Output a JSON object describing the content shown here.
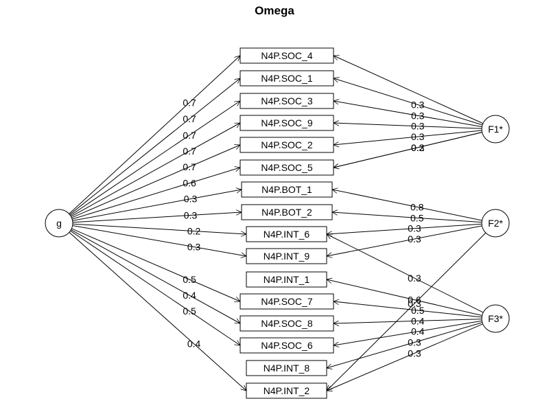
{
  "title": "Omega",
  "factors": [
    "g",
    "F1*",
    "F2*",
    "F3*"
  ],
  "indicators": [
    "N4P.SOC_4",
    "N4P.SOC_1",
    "N4P.SOC_3",
    "N4P.SOC_9",
    "N4P.SOC_2",
    "N4P.SOC_5",
    "N4P.BOT_1",
    "N4P.BOT_2",
    "N4P.INT_6",
    "N4P.INT_9",
    "N4P.INT_1",
    "N4P.SOC_7",
    "N4P.SOC_8",
    "N4P.SOC_6",
    "N4P.INT_8",
    "N4P.INT_2"
  ],
  "g_loadings": [
    {
      "to": "N4P.SOC_4",
      "label": "0.7"
    },
    {
      "to": "N4P.SOC_1",
      "label": "0.7"
    },
    {
      "to": "N4P.SOC_3",
      "label": "0.7"
    },
    {
      "to": "N4P.SOC_9",
      "label": "0.7"
    },
    {
      "to": "N4P.SOC_2",
      "label": "0.7"
    },
    {
      "to": "N4P.SOC_5",
      "label": "0.6"
    },
    {
      "to": "N4P.BOT_1",
      "label": "0.3"
    },
    {
      "to": "N4P.BOT_2",
      "label": "0.3"
    },
    {
      "to": "N4P.INT_6",
      "label": "0.2"
    },
    {
      "to": "N4P.INT_9",
      "label": "0.3"
    },
    {
      "to": "N4P.SOC_7",
      "label": "0.5"
    },
    {
      "to": "N4P.SOC_8",
      "label": "0.4"
    },
    {
      "to": "N4P.SOC_6",
      "label": "0.5"
    },
    {
      "to": "N4P.INT_2",
      "label": "0.4"
    }
  ],
  "group_loadings": [
    {
      "from": "F1*",
      "to": "N4P.SOC_4",
      "label": ""
    },
    {
      "from": "F1*",
      "to": "N4P.SOC_1",
      "label": "0.3"
    },
    {
      "from": "F1*",
      "to": "N4P.SOC_3",
      "label": "0.3"
    },
    {
      "from": "F1*",
      "to": "N4P.SOC_9",
      "label": "0.3"
    },
    {
      "from": "F1*",
      "to": "N4P.SOC_2",
      "label": "0.3"
    },
    {
      "from": "F1*",
      "to": "N4P.SOC_5",
      "label": "0.3"
    },
    {
      "from": "F1*",
      "to": "N4P.SOC_5",
      "label": "0.2"
    },
    {
      "from": "F2*",
      "to": "N4P.BOT_1",
      "label": "0.8"
    },
    {
      "from": "F2*",
      "to": "N4P.BOT_2",
      "label": "0.5"
    },
    {
      "from": "F2*",
      "to": "N4P.INT_6",
      "label": "0.3"
    },
    {
      "from": "F2*",
      "to": "N4P.INT_9",
      "label": "0.3"
    },
    {
      "from": "F2*",
      "to": "N4P.INT_2",
      "label": "0.3"
    },
    {
      "from": "F3*",
      "to": "N4P.INT_6",
      "label": "0.3"
    },
    {
      "from": "F3*",
      "to": "N4P.INT_1",
      "label": "0.6"
    },
    {
      "from": "F3*",
      "to": "N4P.SOC_7",
      "label": "0.5"
    },
    {
      "from": "F3*",
      "to": "N4P.SOC_8",
      "label": "0.4"
    },
    {
      "from": "F3*",
      "to": "N4P.SOC_6",
      "label": "0.4"
    },
    {
      "from": "F3*",
      "to": "N4P.INT_8",
      "label": "0.3"
    },
    {
      "from": "F3*",
      "to": "N4P.INT_2",
      "label": "0.3"
    }
  ]
}
